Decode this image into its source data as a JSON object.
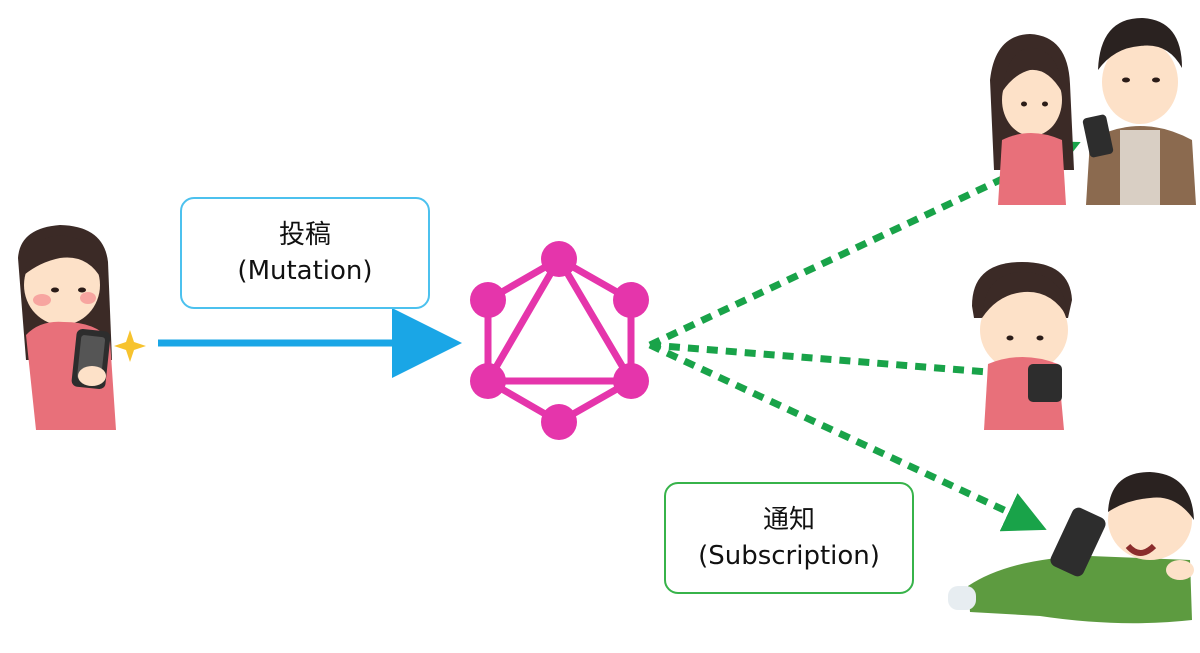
{
  "mutation_label": {
    "line1": "投稿",
    "line2": "(Mutation)"
  },
  "subscription_label": {
    "line1": "通知",
    "line2": "(Subscription)"
  },
  "colors": {
    "publish_arrow": "#1aa6e6",
    "notify_arrow": "#19a349",
    "graphql_logo": "#e535ab",
    "mutation_border": "#4cc1ee",
    "subscription_border": "#37b34a"
  },
  "icons": {
    "sender": "person-with-phone-icon",
    "logo": "graphql-logo-icon",
    "receiver_1": "couple-looking-at-phone-icon",
    "receiver_2": "person-looking-at-phone-icon",
    "receiver_3": "man-lying-with-phone-icon"
  }
}
